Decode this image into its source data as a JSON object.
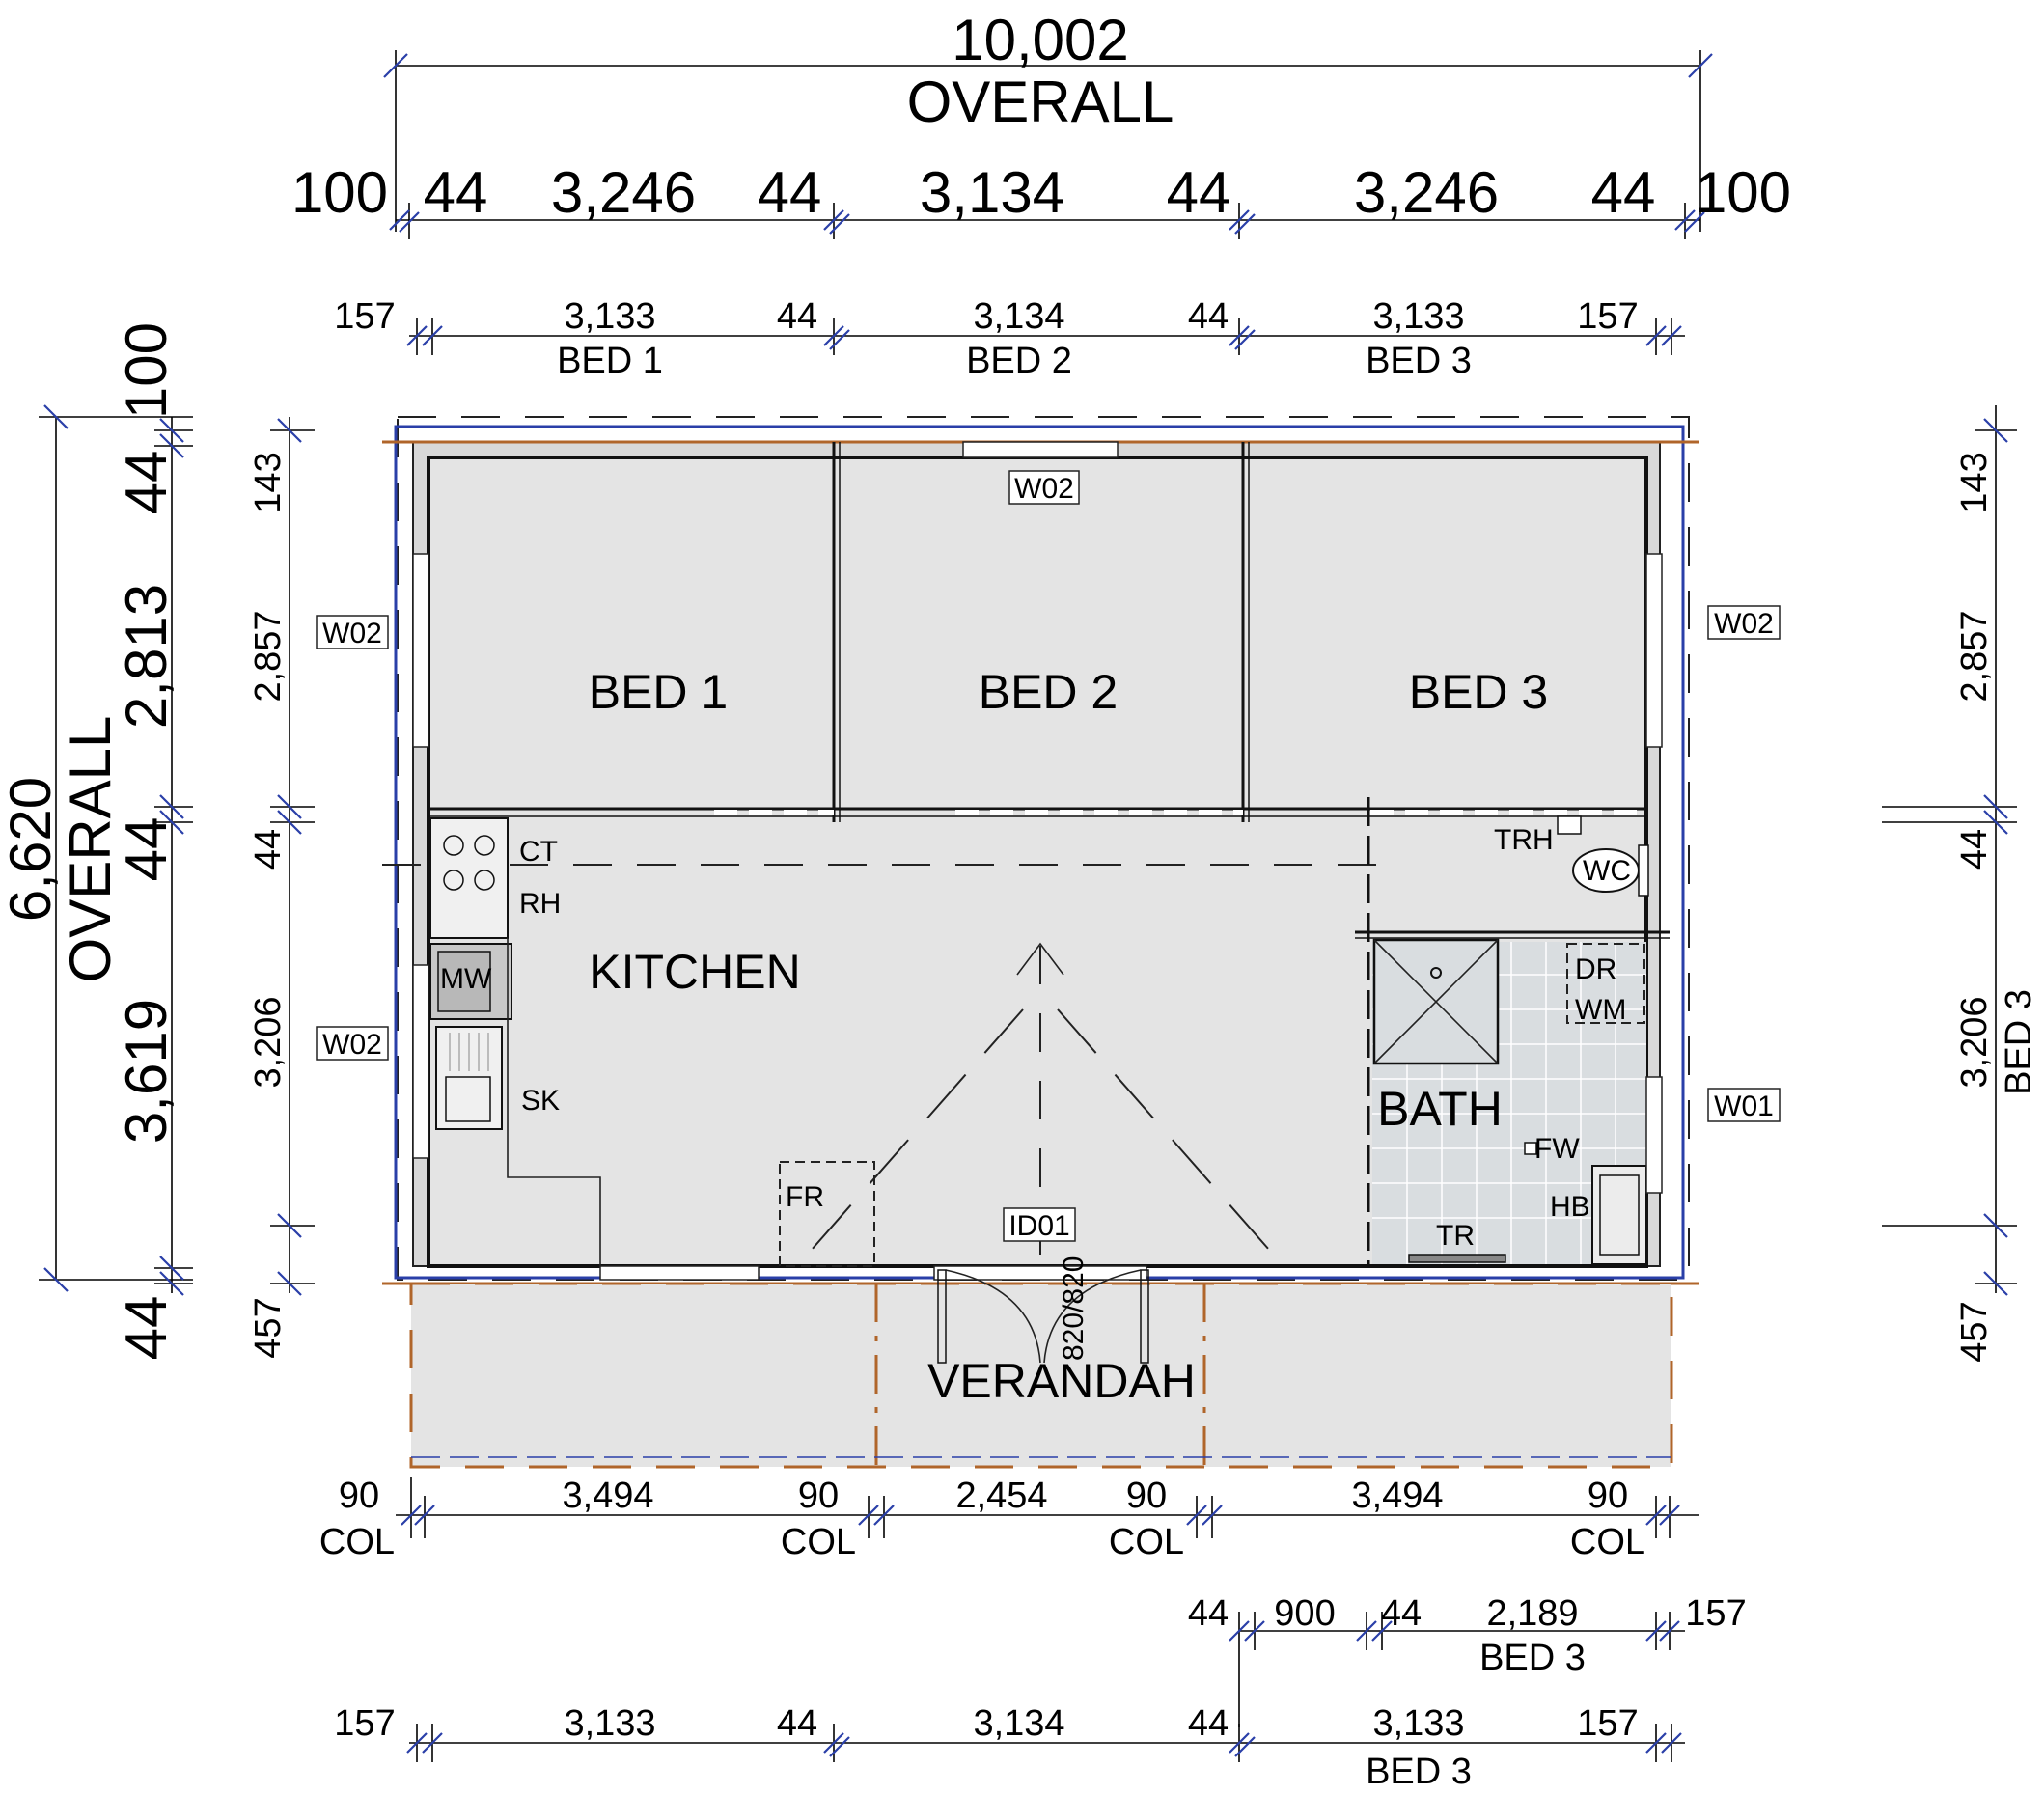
{
  "overall": {
    "width_value": "10,002",
    "width_label": "OVERALL",
    "depth_value": "6,620",
    "depth_label": "OVERALL"
  },
  "top_dims_row1": [
    "100",
    "44",
    "3,246",
    "44",
    "3,134",
    "44",
    "3,246",
    "44",
    "100"
  ],
  "top_dims_row2": [
    "157",
    "3,133",
    "44",
    "3,134",
    "44",
    "3,133",
    "157"
  ],
  "top_room_labels": [
    "BED 1",
    "BED 2",
    "BED 3"
  ],
  "left_outer_dims": [
    "100",
    "44",
    "2,813",
    "44",
    "3,619",
    "44"
  ],
  "left_inner_dims": [
    "143",
    "2,857",
    "44",
    "3,206",
    "457"
  ],
  "right_dims": [
    "143",
    "2,857",
    "44",
    "3,206",
    "457"
  ],
  "right_side_label": "BED 3",
  "rooms": {
    "bed1": "BED 1",
    "bed2": "BED 2",
    "bed3": "BED 3",
    "kitchen": "KITCHEN",
    "bath": "BATH",
    "verandah": "VERANDAH"
  },
  "fixtures": {
    "ct": "CT",
    "rh": "RH",
    "mw": "MW",
    "sk": "SK",
    "fr": "FR",
    "trh": "TRH",
    "wc": "WC",
    "dr": "DR",
    "wm": "WM",
    "fw": "FW",
    "hb": "HB",
    "tr": "TR",
    "door_size": "820/820"
  },
  "window_tags": {
    "top": "W02",
    "left_top": "W02",
    "left_bottom": "W02",
    "right_top": "W02",
    "right_bottom": "W01",
    "door": "ID01"
  },
  "col_dims": [
    "90",
    "3,494",
    "90",
    "2,454",
    "90",
    "3,494",
    "90"
  ],
  "col_label": "COL",
  "bottom_dims_row1": [
    "44",
    "900",
    "44",
    "2,189",
    "157"
  ],
  "bottom_dims_row1_label": "BED 3",
  "bottom_dims_row2": [
    "157",
    "3,133",
    "44",
    "3,134",
    "44",
    "3,133",
    "157"
  ],
  "bottom_dims_row2_label": "BED 3",
  "colors": {
    "outer_line": "#2a3fa8",
    "verandah_line": "#b0652a",
    "floor": "#e4e4e4"
  }
}
